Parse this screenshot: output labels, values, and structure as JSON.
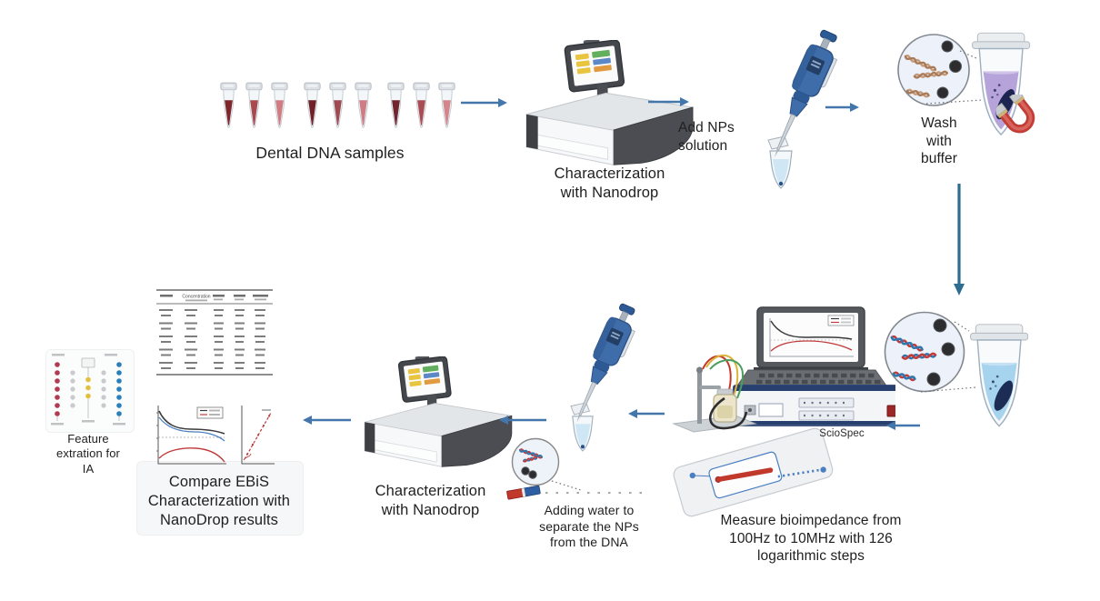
{
  "diagram": {
    "background": "#ffffff",
    "arrow_color": "#4377ac",
    "down_arrow_color": "#2f6d90",
    "text_color": "#1f1f1f"
  },
  "steps": {
    "dental_samples": {
      "label": "Dental DNA samples",
      "tube_colors": [
        "#7d262c",
        "#a8484f",
        "#cf7d83",
        "#6f2127",
        "#9e4a52",
        "#cd7d83",
        "#6f262e",
        "#aa4c54",
        "#d2868c"
      ]
    },
    "nanodrop_first": {
      "label": "Characterization\nwith Nanodrop"
    },
    "add_nps": {
      "label": "Add NPs\nsolution"
    },
    "wash_buffer": {
      "label": "Wash\nwith\nbuffer"
    },
    "bioimpedance": {
      "device_label": "ScioSpec",
      "label": "Measure bioimpedance from\n100Hz to 10MHz with 126\nlogarithmic steps"
    },
    "adding_water": {
      "label": "Adding water to\nseparate the NPs\nfrom the DNA"
    },
    "nanodrop_second": {
      "label": "Characterization\nwith Nanodrop"
    },
    "compare_results": {
      "label": "Compare EBiS\nCharacterization with\nNanoDrop results",
      "table_visible_text": "Concentration"
    },
    "feature_extraction": {
      "label": "Feature\nextration for\nIA"
    }
  }
}
